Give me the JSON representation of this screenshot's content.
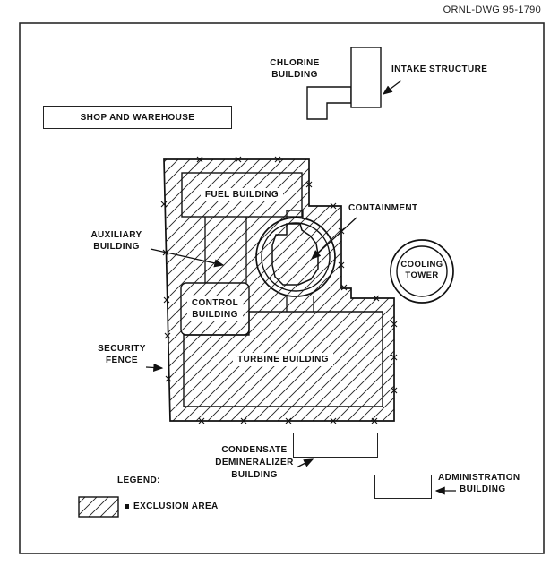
{
  "title": {
    "drawing_number": "ORNL-DWG 95-1790"
  },
  "labels": {
    "chlorine": {
      "line1": "CHLORINE",
      "line2": "BUILDING"
    },
    "intake": "INTAKE STRUCTURE",
    "shop": "SHOP AND WAREHOUSE",
    "fuel": "FUEL BUILDING",
    "auxiliary": {
      "line1": "AUXILIARY",
      "line2": "BUILDING"
    },
    "containment": "CONTAINMENT",
    "cooling": {
      "line1": "COOLING",
      "line2": "TOWER"
    },
    "control": {
      "line1": "CONTROL",
      "line2": "BUILDING"
    },
    "security": {
      "line1": "SECURITY",
      "line2": "FENCE"
    },
    "turbine": "TURBINE BUILDING",
    "condensate": {
      "line1": "CONDENSATE",
      "line2": "DEMINERALIZER",
      "line3": "BUILDING"
    },
    "administration": {
      "line1": "ADMINISTRATION",
      "line2": "BUILDING"
    }
  },
  "legend": {
    "heading": "LEGEND:",
    "exclusion_area": "EXCLUSION AREA"
  },
  "colors": {
    "line": "#1a1a1a",
    "background": "#ffffff"
  }
}
